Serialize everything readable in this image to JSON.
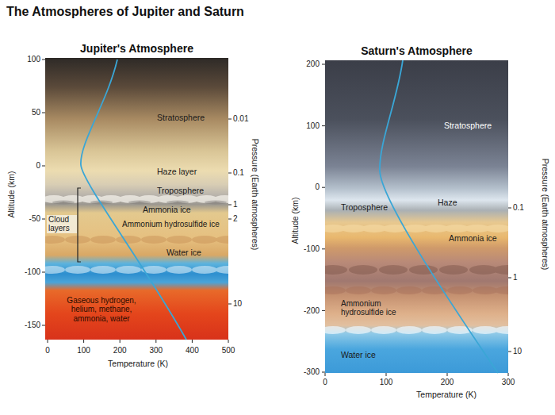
{
  "diagram": {
    "title": "The Atmospheres of Jupiter and Saturn",
    "nodes": [
      {
        "text": [
          "Jupiter's Atmosphere"
        ]
      },
      {
        "text": [
          "Saturn's Atmosphere"
        ]
      }
    ],
    "labels": [
      "100",
      "50",
      "0",
      "-50",
      "-100",
      "-150",
      "0",
      "100",
      "200",
      "300",
      "400",
      "500",
      "Temperature (K)",
      "Altitude (km)",
      "0.01",
      "0.1",
      "1",
      "2",
      "10",
      "Pressure (Earth atmospheres)",
      "Stratosphere",
      "Haze layer",
      "Troposphere",
      "Ammonia ice",
      "Cloud layers",
      "Ammonium hydrosulfide ice",
      "Water ice",
      "Gaseous hydrogen, helium, methane, ammonia, water",
      "200",
      "100",
      "0",
      "-100",
      "-200",
      "-300",
      "0",
      "100",
      "200",
      "300",
      "Temperature (K)",
      "Altitude (km)",
      "0.1",
      "1",
      "10",
      "Pressure (Earth atmospheres)",
      "Stratosphere",
      "Troposphere",
      "Haze",
      "Ammonia ice",
      "Ammonium hydrosulfide ice",
      "Water ice"
    ]
  }
}
